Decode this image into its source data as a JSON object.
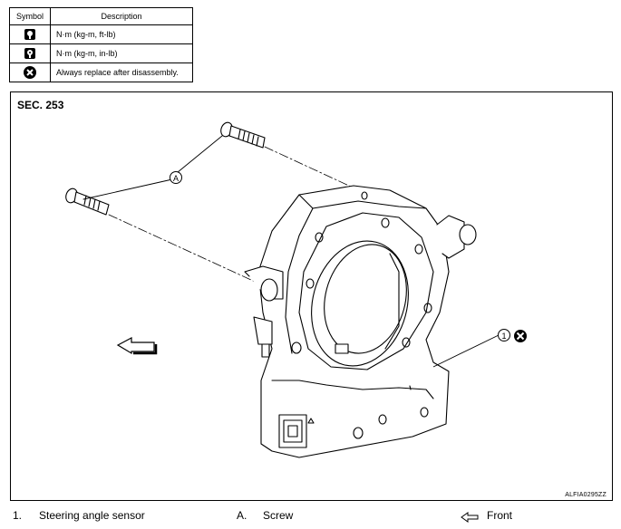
{
  "legend_table": {
    "header_symbol": "Symbol",
    "header_description": "Description",
    "rows": [
      {
        "icon": "torque-wrench-icon",
        "description": "N·m (kg-m, ft-lb)"
      },
      {
        "icon": "torque-wrench-small-icon",
        "description": "N·m (kg-m, in-lb)"
      },
      {
        "icon": "replace-part-icon",
        "description": "Always replace after disassembly."
      }
    ]
  },
  "figure": {
    "section": "SEC. 253",
    "figure_id": "ALFIA0295ZZ",
    "callout_1": "1",
    "callout_a": "A"
  },
  "parts_legend": {
    "item_1_number": "1.",
    "item_1_label": "Steering angle sensor",
    "item_a_letter": "A.",
    "item_a_label": "Screw",
    "front_label": "Front",
    "front_icon": "front-arrow-icon"
  }
}
